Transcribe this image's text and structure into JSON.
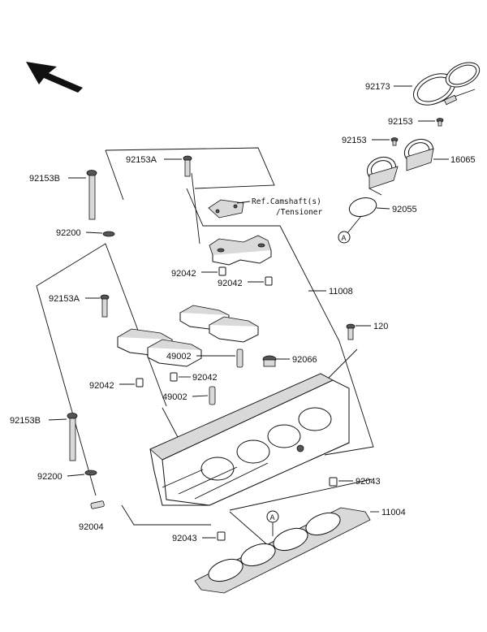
{
  "labels": {
    "p92173": "92173",
    "p92153_top": "92153",
    "p92153_left": "92153",
    "p16065": "16065",
    "p92055": "92055",
    "p92153A_top": "92153A",
    "p92153B_top": "92153B",
    "p92200_top": "92200",
    "p92042_a": "92042",
    "p92042_b": "92042",
    "p11008": "11008",
    "p92153A_mid": "92153A",
    "p120": "120",
    "p49002_a": "49002",
    "p92066": "92066",
    "p92042_c": "92042",
    "p92042_d": "92042",
    "p49002_b": "49002",
    "p92153B_bot": "92153B",
    "p92200_bot": "92200",
    "p92043_right": "92043",
    "p92004": "92004",
    "p11004": "11004",
    "p92043_bot": "92043"
  },
  "ref_note": {
    "line1": "Ref.Camshaft(s)",
    "line2": "/Tensioner"
  },
  "markers": {
    "circle_a_top": "A",
    "circle_a_bottom": "A"
  },
  "icons": {
    "direction": "front-direction-arrow-icon"
  }
}
